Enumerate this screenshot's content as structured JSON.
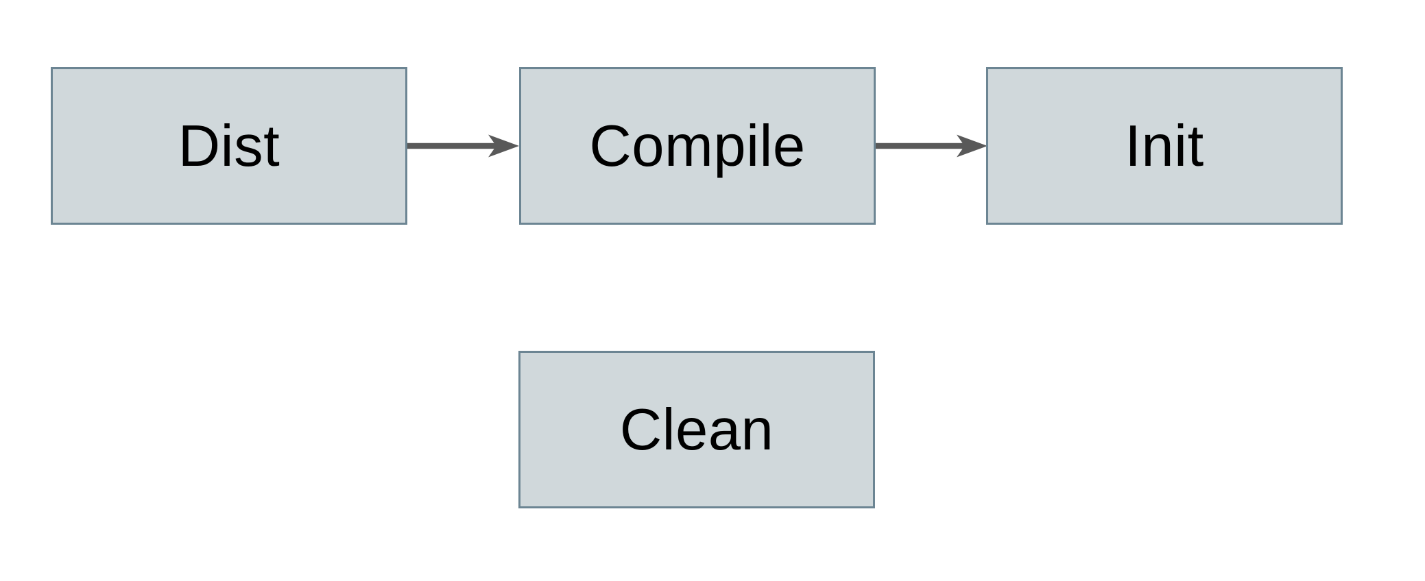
{
  "canvas": {
    "background": "#ffffff"
  },
  "diagram": {
    "type": "flowchart",
    "colors": {
      "node_fill": "#d0d8db",
      "node_border": "#6c8593",
      "arrow": "#595959",
      "text": "#000000"
    },
    "nodes": [
      {
        "id": "dist",
        "label": "Dist"
      },
      {
        "id": "compile",
        "label": "Compile"
      },
      {
        "id": "init",
        "label": "Init"
      },
      {
        "id": "clean",
        "label": "Clean"
      }
    ],
    "edges": [
      {
        "from": "Dist",
        "to": "Compile",
        "direction": "right"
      },
      {
        "from": "Compile",
        "to": "Init",
        "direction": "right"
      }
    ]
  }
}
